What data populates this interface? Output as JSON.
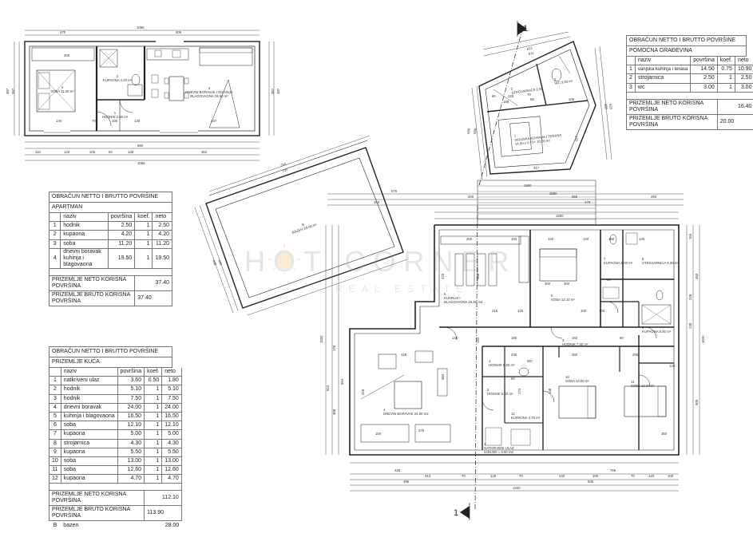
{
  "watermark": {
    "line1": "HOT CORNER",
    "line2": "REAL ESTATE"
  },
  "section_marker": {
    "top": "1",
    "bottom": "1"
  },
  "cols": {
    "name": "naziv",
    "area": "površina",
    "coef": "koef.",
    "net": "neto"
  },
  "tables": {
    "apartman": {
      "title": "OBRAČUN NETTO I BRUTTO POVRŠINE",
      "subtitle": "APARTMAN",
      "rows": [
        {
          "no": "1",
          "name": "hodnik",
          "area": "2.50",
          "coef": "1",
          "net": "2.50"
        },
        {
          "no": "2",
          "name": "kupaona",
          "area": "4.20",
          "coef": "1",
          "net": "4.20"
        },
        {
          "no": "3",
          "name": "soba",
          "area": "11.20",
          "coef": "1",
          "net": "11.20"
        },
        {
          "no": "4",
          "name": "dnevni boravak kuhinja i blagovaona",
          "area": "19.50",
          "coef": "1",
          "net": "19.50"
        }
      ],
      "net_label": "PRIZEMLJE NETO KORISNA POVRŠINA",
      "net_total": "37.40",
      "gross_label": "PRIZEMLJE BRUTO KORISNA POVRŠINA",
      "gross_total": "37.40"
    },
    "kuca": {
      "title": "OBRAČUN NETTO I BRUTTO POVRŠINE",
      "subtitle": "PRIZEMLJE KUĆA",
      "rows": [
        {
          "no": "1",
          "name": "natkriveni ulaz",
          "area": "3.60",
          "coef": "0.50",
          "net": "1.80"
        },
        {
          "no": "2",
          "name": "hodnik",
          "area": "5.10",
          "coef": "1",
          "net": "5.10"
        },
        {
          "no": "3",
          "name": "hodnik",
          "area": "7.50",
          "coef": "1",
          "net": "7.50"
        },
        {
          "no": "4",
          "name": "dnevni boravak",
          "area": "24.00",
          "coef": "1",
          "net": "24.00"
        },
        {
          "no": "5",
          "name": "kuhinja i blagovaona",
          "area": "16.50",
          "coef": "1",
          "net": "16.50"
        },
        {
          "no": "6",
          "name": "soba",
          "area": "12.10",
          "coef": "1",
          "net": "12.10"
        },
        {
          "no": "7",
          "name": "kupaona",
          "area": "5.00",
          "coef": "1",
          "net": "5.00"
        },
        {
          "no": "8",
          "name": "strojarnica",
          "area": "4.30",
          "coef": "1",
          "net": "4.30"
        },
        {
          "no": "9",
          "name": "kupaona",
          "area": "5.50",
          "coef": "1",
          "net": "5.50"
        },
        {
          "no": "10",
          "name": "soba",
          "area": "13.00",
          "coef": "1",
          "net": "13.00"
        },
        {
          "no": "11",
          "name": "soba",
          "area": "12.60",
          "coef": "1",
          "net": "12.60"
        },
        {
          "no": "12",
          "name": "kupaona",
          "area": "4.70",
          "coef": "1",
          "net": "4.70"
        }
      ],
      "net_label": "PRIZEMLJE NETO KORISNA POVRŠINA",
      "net_total": "112.10",
      "gross_label": "PRIZEMLJE BRUTO KORISNA POVRŠINA",
      "gross_total": "113.90",
      "extra": {
        "no": "B",
        "name": "bazen",
        "net": "28.00"
      }
    },
    "pomocna": {
      "title": "OBRAČUN NETTO I BRUTTO POVRŠINE",
      "subtitle": "POMOĆNA GRAĐEVINA",
      "rows": [
        {
          "no": "1",
          "name": "vanjska kuhinja i terasa",
          "area": "14.50",
          "coef": "0.75",
          "net": "10.90"
        },
        {
          "no": "2",
          "name": "strojarnica",
          "area": "2.50",
          "coef": "1",
          "net": "2.50"
        },
        {
          "no": "3",
          "name": "wc",
          "area": "3.00",
          "coef": "1",
          "net": "3.00"
        }
      ],
      "net_label": "PRIZEMLJE NETO KORISNA POVRŠINA",
      "net_total": "16.40",
      "gross_label": "PRIZEMLJE BRUTO KORISNA POVRŠINA",
      "gross_total": "20.00"
    }
  },
  "apartment_plan": {
    "top_dims": [
      "1086",
      "470",
      "506",
      "200"
    ],
    "bottom_dims": [
      "140",
      "70",
      "100",
      "130",
      "347",
      "990",
      "110",
      "140",
      "105",
      "60",
      "130",
      "362",
      "1086"
    ],
    "side_dims": [
      "487",
      "387",
      "487",
      "387"
    ],
    "rooms": {
      "soba": "3\nSOBA 11.20 m²",
      "kupaona": "2\nKUPAONA 4.20 m²",
      "hodnik": "1\nHODNIK 2.50 m²",
      "dnevni": "4\nDNEVNI BORAVAK I KUHINJA\nBLAGOVAONA 19.50 m²"
    }
  },
  "pool": {
    "label": "B\nBAZEN 28.00 m²",
    "dims": [
      "750",
      "700",
      "430",
      "400"
    ]
  },
  "aux_building": {
    "rooms": {
      "strojarnica": "2\nSTROJARNICA 2.50",
      "wc": "3\nWC 3.00 m²",
      "terasa": "1\nVANJSKA KUHINJA I TERASA\n14.50 x 0.75= 10.90 m²"
    },
    "dims": [
      "812",
      "611",
      "125",
      "60",
      "70",
      "188",
      "65",
      "417",
      "105",
      "650",
      "580",
      "480",
      "620",
      "370"
    ],
    "stairs_dims": [
      "1500",
      "1500"
    ]
  },
  "house_plan": {
    "top_dims": [
      "578",
      "260",
      "255",
      "265",
      "363",
      "470",
      "1500"
    ],
    "row2_dims": [
      "260",
      "150",
      "140",
      "140",
      "150",
      "140",
      "120",
      "100"
    ],
    "bottom_dims": [
      "428",
      "765",
      "496",
      "835",
      "1500",
      "313",
      "70",
      "145",
      "70",
      "140",
      "100",
      "70",
      "120",
      "100"
    ],
    "left_dims": [
      "1032",
      "624",
      "368",
      "554",
      "470",
      "170"
    ],
    "right_dims": [
      "1032",
      "505",
      "483",
      "228",
      "130",
      "155"
    ],
    "rooms": {
      "kuhinja": "5\nKUHINJA I\nBLAGOVAONA 16.50 m2",
      "soba6": "6\nSOBA 12.10 m²",
      "kupaona7": "7\nKUPAONA 5.00 m²",
      "strojarnica8": "8\nSTROJARNICA 4.30 m²",
      "kupaona9": "9\nKUPAONA 5.50 m²",
      "hodnik3": "3\nHODNIK 7.50 m²",
      "dnevni": "4\nDNEVNI BORAVAK 24.00 m2",
      "hodnik2": "2\nHODNIK 5.10 m²",
      "kupaona12": "12\nKUPAONA 4.70 m²",
      "soba10": "10\nSOBA 13.00 m²",
      "soba11": "11\nSOBA 12.60 m²",
      "ulaz": "1\nNATKRIVENI ULAZ\n240x300 = 3.60 m2",
      "sanitary": "1\nHODNIK 6.50 m²",
      "wc_small": "WC"
    },
    "inner_dims": [
      "428",
      "278",
      "150",
      "384",
      "318",
      "300",
      "295",
      "380",
      "360",
      "235",
      "140",
      "180",
      "150",
      "90",
      "174",
      "148",
      "80",
      "100",
      "215",
      "125",
      "90",
      "300",
      "110",
      "160"
    ]
  }
}
